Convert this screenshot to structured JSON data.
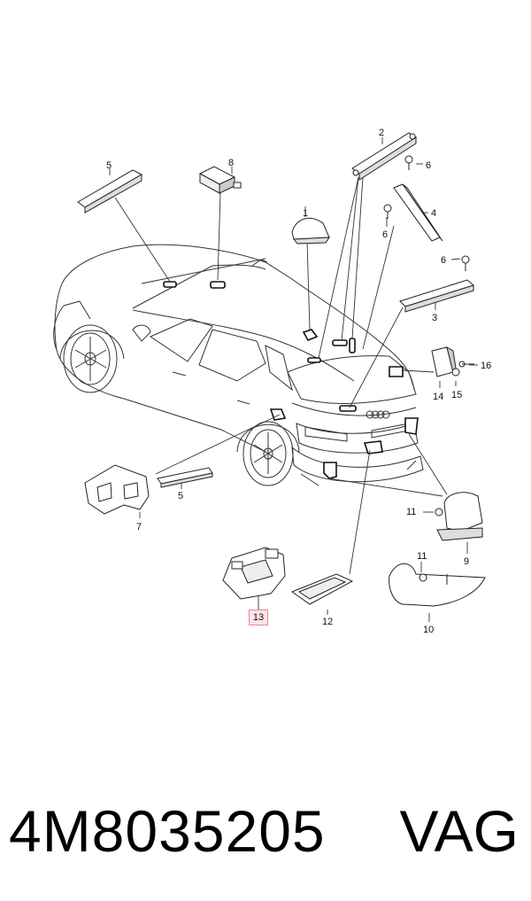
{
  "callouts": {
    "c1": "1",
    "c2": "2",
    "c3": "3",
    "c4": "4",
    "c5a": "5",
    "c5b": "5",
    "c6a": "6",
    "c6b": "6",
    "c6c": "6",
    "c7": "7",
    "c8": "8",
    "c9": "9",
    "c10": "10",
    "c11a": "11",
    "c11b": "11",
    "c12": "12",
    "c13": "13",
    "c14": "14",
    "c15": "15",
    "c16": "16"
  },
  "footer": {
    "part_number": "4M8035205",
    "brand": "VAG"
  },
  "highlight_color": "#e8869a"
}
